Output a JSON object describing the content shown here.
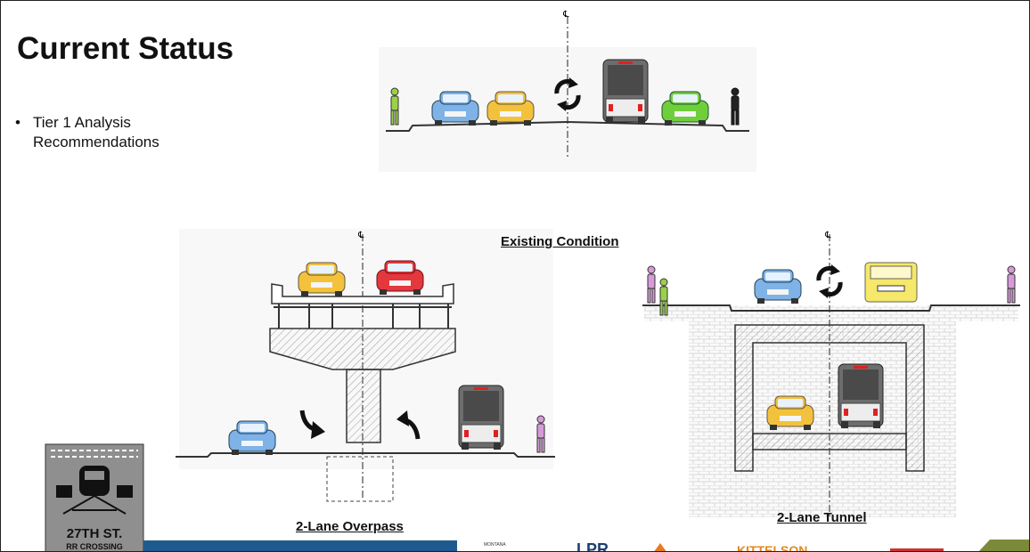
{
  "slide": {
    "title": "Current Status",
    "bullets": [
      "Tier 1 Analysis Recommendations"
    ]
  },
  "diagrams": {
    "existing_label": "Existing Condition",
    "overpass_label": "2-Lane Overpass",
    "tunnel_label": "2-Lane Tunnel",
    "centerline_symbol": "℄"
  },
  "logo": {
    "line1": "27TH ST.",
    "line2": "RR CROSSING"
  },
  "footer": {
    "partner_small_text": "MONTANA",
    "partner_texts": [
      "LPR",
      "KITTELSON"
    ]
  },
  "colors": {
    "footer_blue": "#1f5a8f",
    "logo_bg": "#8f8f8f",
    "car_blue": "#7fb2e6",
    "car_yellow": "#f3c23c",
    "car_red": "#e4383c",
    "car_green": "#6fcf3a",
    "hatch": "#b8b8b8"
  }
}
